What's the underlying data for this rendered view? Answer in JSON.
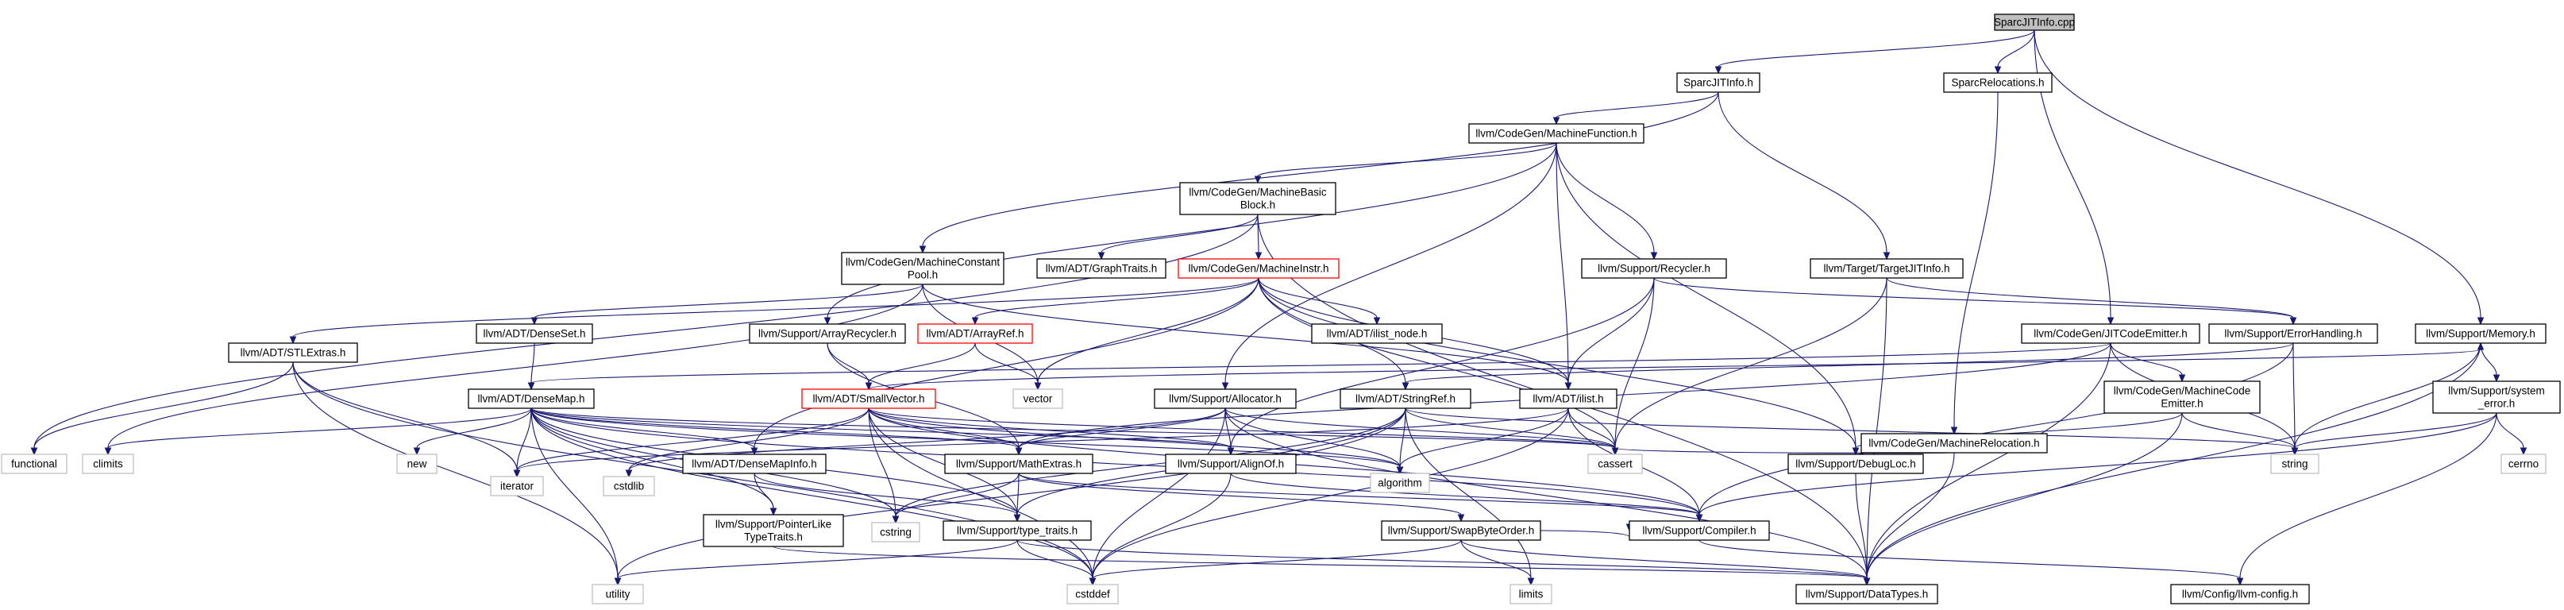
{
  "colors": {
    "edge": "#191970",
    "node_border_default": "#000000",
    "node_border_highlight": "#ff0000",
    "node_border_system": "#bfbfbf",
    "root_fill": "#bfbfbf",
    "node_fill": "#ffffff"
  },
  "nodes": [
    {
      "id": "root",
      "lines": [
        "SparcJITInfo.cpp"
      ],
      "style": "root"
    },
    {
      "id": "sparcjitinfo_h",
      "lines": [
        "SparcJITInfo.h"
      ],
      "style": "default"
    },
    {
      "id": "sparcrelocations_h",
      "lines": [
        "SparcRelocations.h"
      ],
      "style": "default"
    },
    {
      "id": "machinefunction",
      "lines": [
        "llvm/CodeGen/MachineFunction.h"
      ],
      "style": "default"
    },
    {
      "id": "machinebasicblock",
      "lines": [
        "llvm/CodeGen/MachineBasic",
        "Block.h"
      ],
      "style": "default"
    },
    {
      "id": "machineconstantpool",
      "lines": [
        "llvm/CodeGen/MachineConstant",
        "Pool.h"
      ],
      "style": "default"
    },
    {
      "id": "graphtraits",
      "lines": [
        "llvm/ADT/GraphTraits.h"
      ],
      "style": "default"
    },
    {
      "id": "machineinstr",
      "lines": [
        "llvm/CodeGen/MachineInstr.h"
      ],
      "style": "highlight"
    },
    {
      "id": "recycler",
      "lines": [
        "llvm/Support/Recycler.h"
      ],
      "style": "default"
    },
    {
      "id": "targetjitinfo",
      "lines": [
        "llvm/Target/TargetJITInfo.h"
      ],
      "style": "default"
    },
    {
      "id": "denseset",
      "lines": [
        "llvm/ADT/DenseSet.h"
      ],
      "style": "default"
    },
    {
      "id": "arrayrecycler",
      "lines": [
        "llvm/Support/ArrayRecycler.h"
      ],
      "style": "default"
    },
    {
      "id": "arrayref",
      "lines": [
        "llvm/ADT/ArrayRef.h"
      ],
      "style": "highlight"
    },
    {
      "id": "ilist_node",
      "lines": [
        "llvm/ADT/ilist_node.h"
      ],
      "style": "default"
    },
    {
      "id": "jitcodeemitter",
      "lines": [
        "llvm/CodeGen/JITCodeEmitter.h"
      ],
      "style": "default"
    },
    {
      "id": "errorhandling",
      "lines": [
        "llvm/Support/ErrorHandling.h"
      ],
      "style": "default"
    },
    {
      "id": "memory",
      "lines": [
        "llvm/Support/Memory.h"
      ],
      "style": "default"
    },
    {
      "id": "stlextras",
      "lines": [
        "llvm/ADT/STLExtras.h"
      ],
      "style": "default"
    },
    {
      "id": "densemap",
      "lines": [
        "llvm/ADT/DenseMap.h"
      ],
      "style": "default"
    },
    {
      "id": "smallvector",
      "lines": [
        "llvm/ADT/SmallVector.h"
      ],
      "style": "highlight"
    },
    {
      "id": "vector",
      "lines": [
        "vector"
      ],
      "style": "system"
    },
    {
      "id": "allocator",
      "lines": [
        "llvm/Support/Allocator.h"
      ],
      "style": "default"
    },
    {
      "id": "stringref",
      "lines": [
        "llvm/ADT/StringRef.h"
      ],
      "style": "default"
    },
    {
      "id": "ilist",
      "lines": [
        "llvm/ADT/ilist.h"
      ],
      "style": "default"
    },
    {
      "id": "machinecodeemitter",
      "lines": [
        "llvm/CodeGen/MachineCode",
        "Emitter.h"
      ],
      "style": "default"
    },
    {
      "id": "machinerelocation",
      "lines": [
        "llvm/CodeGen/MachineRelocation.h"
      ],
      "style": "default"
    },
    {
      "id": "system_error",
      "lines": [
        "llvm/Support/system",
        "_error.h"
      ],
      "style": "default"
    },
    {
      "id": "functional",
      "lines": [
        "functional"
      ],
      "style": "system"
    },
    {
      "id": "climits",
      "lines": [
        "climits"
      ],
      "style": "system"
    },
    {
      "id": "new",
      "lines": [
        "new"
      ],
      "style": "system"
    },
    {
      "id": "iterator",
      "lines": [
        "iterator"
      ],
      "style": "system"
    },
    {
      "id": "cstdlib",
      "lines": [
        "cstdlib"
      ],
      "style": "system"
    },
    {
      "id": "densemapinfo",
      "lines": [
        "llvm/ADT/DenseMapInfo.h"
      ],
      "style": "default"
    },
    {
      "id": "mathextras",
      "lines": [
        "llvm/Support/MathExtras.h"
      ],
      "style": "default"
    },
    {
      "id": "alignof",
      "lines": [
        "llvm/Support/AlignOf.h"
      ],
      "style": "default"
    },
    {
      "id": "algorithm",
      "lines": [
        "algorithm"
      ],
      "style": "system"
    },
    {
      "id": "cassert",
      "lines": [
        "cassert"
      ],
      "style": "system"
    },
    {
      "id": "string",
      "lines": [
        "string"
      ],
      "style": "system"
    },
    {
      "id": "debugloc",
      "lines": [
        "llvm/Support/DebugLoc.h"
      ],
      "style": "default"
    },
    {
      "id": "cerrno",
      "lines": [
        "cerrno"
      ],
      "style": "system"
    },
    {
      "id": "pointerliketypetraits",
      "lines": [
        "llvm/Support/PointerLike",
        "TypeTraits.h"
      ],
      "style": "default"
    },
    {
      "id": "cstring",
      "lines": [
        "cstring"
      ],
      "style": "system"
    },
    {
      "id": "type_traits",
      "lines": [
        "llvm/Support/type_traits.h"
      ],
      "style": "default"
    },
    {
      "id": "swapbyteorder",
      "lines": [
        "llvm/Support/SwapByteOrder.h"
      ],
      "style": "default"
    },
    {
      "id": "compiler",
      "lines": [
        "llvm/Support/Compiler.h"
      ],
      "style": "default"
    },
    {
      "id": "utility",
      "lines": [
        "utility"
      ],
      "style": "system"
    },
    {
      "id": "cstddef",
      "lines": [
        "cstddef"
      ],
      "style": "system"
    },
    {
      "id": "limits",
      "lines": [
        "limits"
      ],
      "style": "system"
    },
    {
      "id": "datatypes",
      "lines": [
        "llvm/Support/DataTypes.h"
      ],
      "style": "default"
    },
    {
      "id": "llvm_config",
      "lines": [
        "llvm/Config/llvm-config.h"
      ],
      "style": "default"
    }
  ],
  "edges": [
    [
      "root",
      "sparcjitinfo_h"
    ],
    [
      "root",
      "sparcrelocations_h"
    ],
    [
      "root",
      "jitcodeemitter"
    ],
    [
      "root",
      "memory"
    ],
    [
      "sparcjitinfo_h",
      "machinefunction"
    ],
    [
      "sparcjitinfo_h",
      "machineconstantpool"
    ],
    [
      "sparcjitinfo_h",
      "targetjitinfo"
    ],
    [
      "sparcrelocations_h",
      "machinerelocation"
    ],
    [
      "machinefunction",
      "machinebasicblock"
    ],
    [
      "machinefunction",
      "recycler"
    ],
    [
      "machinefunction",
      "arrayrecycler"
    ],
    [
      "machinefunction",
      "ilist"
    ],
    [
      "machinefunction",
      "allocator"
    ],
    [
      "machinefunction",
      "debugloc"
    ],
    [
      "machinebasicblock",
      "graphtraits"
    ],
    [
      "machinebasicblock",
      "machineinstr"
    ],
    [
      "machinebasicblock",
      "functional"
    ],
    [
      "machinebasicblock",
      "datatypes"
    ],
    [
      "machineconstantpool",
      "denseset"
    ],
    [
      "machineconstantpool",
      "vector"
    ],
    [
      "machineconstantpool",
      "climits"
    ],
    [
      "machineconstantpool",
      "ilist"
    ],
    [
      "machineinstr",
      "arrayref"
    ],
    [
      "machineinstr",
      "ilist_node"
    ],
    [
      "machineinstr",
      "stlextras"
    ],
    [
      "machineinstr",
      "vector"
    ],
    [
      "machineinstr",
      "ilist"
    ],
    [
      "machineinstr",
      "debugloc"
    ],
    [
      "machineinstr",
      "stringref"
    ],
    [
      "machineinstr",
      "densemapinfo"
    ],
    [
      "machineinstr",
      "cassert"
    ],
    [
      "recycler",
      "ilist"
    ],
    [
      "recycler",
      "alignof"
    ],
    [
      "recycler",
      "errorhandling"
    ],
    [
      "recycler",
      "cassert"
    ],
    [
      "targetjitinfo",
      "errorhandling"
    ],
    [
      "targetjitinfo",
      "cassert"
    ],
    [
      "targetjitinfo",
      "datatypes"
    ],
    [
      "jitcodeemitter",
      "machinecodeemitter"
    ],
    [
      "jitcodeemitter",
      "densemap"
    ],
    [
      "jitcodeemitter",
      "mathextras"
    ],
    [
      "jitcodeemitter",
      "datatypes"
    ],
    [
      "jitcodeemitter",
      "string"
    ],
    [
      "errorhandling",
      "compiler"
    ],
    [
      "errorhandling",
      "stringref"
    ],
    [
      "errorhandling",
      "string"
    ],
    [
      "memory",
      "system_error"
    ],
    [
      "memory",
      "datatypes"
    ],
    [
      "memory",
      "string"
    ],
    [
      "denseset",
      "densemap"
    ],
    [
      "arrayrecycler",
      "smallvector"
    ],
    [
      "arrayrecycler",
      "mathextras"
    ],
    [
      "arrayref",
      "smallvector"
    ],
    [
      "arrayref",
      "vector"
    ],
    [
      "stlextras",
      "functional"
    ],
    [
      "stlextras",
      "iterator"
    ],
    [
      "stlextras",
      "utility"
    ],
    [
      "stlextras",
      "cstddef"
    ],
    [
      "densemap",
      "densemapinfo"
    ],
    [
      "densemap",
      "mathextras"
    ],
    [
      "densemap",
      "alignof"
    ],
    [
      "densemap",
      "type_traits"
    ],
    [
      "densemap",
      "algorithm"
    ],
    [
      "densemap",
      "iterator"
    ],
    [
      "densemap",
      "new"
    ],
    [
      "densemap",
      "utility"
    ],
    [
      "densemap",
      "climits"
    ],
    [
      "densemap",
      "cstddef"
    ],
    [
      "densemap",
      "cstring"
    ],
    [
      "densemap",
      "cassert"
    ],
    [
      "densemap",
      "compiler"
    ],
    [
      "densemap",
      "pointerliketypetraits"
    ],
    [
      "smallvector",
      "alignof"
    ],
    [
      "smallvector",
      "compiler"
    ],
    [
      "smallvector",
      "mathextras"
    ],
    [
      "smallvector",
      "type_traits"
    ],
    [
      "smallvector",
      "algorithm"
    ],
    [
      "smallvector",
      "cassert"
    ],
    [
      "smallvector",
      "cstddef"
    ],
    [
      "smallvector",
      "cstdlib"
    ],
    [
      "smallvector",
      "cstring"
    ],
    [
      "smallvector",
      "iterator"
    ],
    [
      "smallvector",
      "memory"
    ],
    [
      "allocator",
      "alignof"
    ],
    [
      "allocator",
      "datatypes"
    ],
    [
      "allocator",
      "mathextras"
    ],
    [
      "allocator",
      "algorithm"
    ],
    [
      "allocator",
      "cassert"
    ],
    [
      "allocator",
      "cstddef"
    ],
    [
      "allocator",
      "cstdlib"
    ],
    [
      "stringref",
      "type_traits"
    ],
    [
      "stringref",
      "algorithm"
    ],
    [
      "stringref",
      "cassert"
    ],
    [
      "stringref",
      "cstring"
    ],
    [
      "stringref",
      "limits"
    ],
    [
      "stringref",
      "string"
    ],
    [
      "stringref",
      "utility"
    ],
    [
      "ilist",
      "compiler"
    ],
    [
      "ilist",
      "algorithm"
    ],
    [
      "ilist",
      "cassert"
    ],
    [
      "ilist",
      "cstddef"
    ],
    [
      "ilist",
      "iterator"
    ],
    [
      "machinecodeemitter",
      "debugloc"
    ],
    [
      "machinecodeemitter",
      "datatypes"
    ],
    [
      "machinecodeemitter",
      "string"
    ],
    [
      "machinerelocation",
      "datatypes"
    ],
    [
      "machinerelocation",
      "cassert"
    ],
    [
      "system_error",
      "compiler"
    ],
    [
      "system_error",
      "cerrno"
    ],
    [
      "system_error",
      "string"
    ],
    [
      "system_error",
      "llvm_config"
    ],
    [
      "densemapinfo",
      "pointerliketypetraits"
    ],
    [
      "densemapinfo",
      "type_traits"
    ],
    [
      "mathextras",
      "swapbyteorder"
    ],
    [
      "mathextras",
      "type_traits"
    ],
    [
      "mathextras",
      "compiler"
    ],
    [
      "mathextras",
      "cstring"
    ],
    [
      "alignof",
      "cstddef"
    ],
    [
      "alignof",
      "compiler"
    ],
    [
      "debugloc",
      "datatypes"
    ],
    [
      "pointerliketypetraits",
      "datatypes"
    ],
    [
      "type_traits",
      "datatypes"
    ],
    [
      "type_traits",
      "cstddef"
    ],
    [
      "type_traits",
      "utility"
    ],
    [
      "swapbyteorder",
      "compiler"
    ],
    [
      "swapbyteorder",
      "datatypes"
    ],
    [
      "swapbyteorder",
      "cstddef"
    ],
    [
      "swapbyteorder",
      "limits"
    ],
    [
      "compiler",
      "llvm_config"
    ]
  ]
}
